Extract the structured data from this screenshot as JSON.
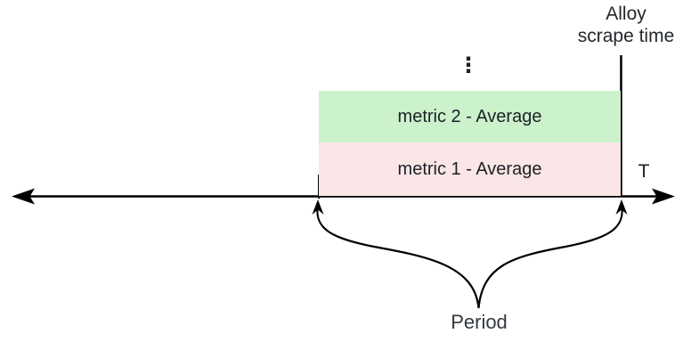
{
  "diagram": {
    "scrape_marker": {
      "label_line1": "Alloy",
      "label_line2": "scrape time"
    },
    "bars": [
      {
        "label": "metric 2 - Average",
        "color": "#ccf2cc"
      },
      {
        "label": "metric 1 - Average",
        "color": "#fae6e6"
      }
    ],
    "more_indicator": "⋮",
    "timeline": {
      "axis_label": "T"
    },
    "period": {
      "label": "Period"
    },
    "colors": {
      "bar_metric2": "#ccf2cc",
      "bar_metric1": "#fae6e6",
      "line": "#000000",
      "text": "#1c2126"
    }
  }
}
